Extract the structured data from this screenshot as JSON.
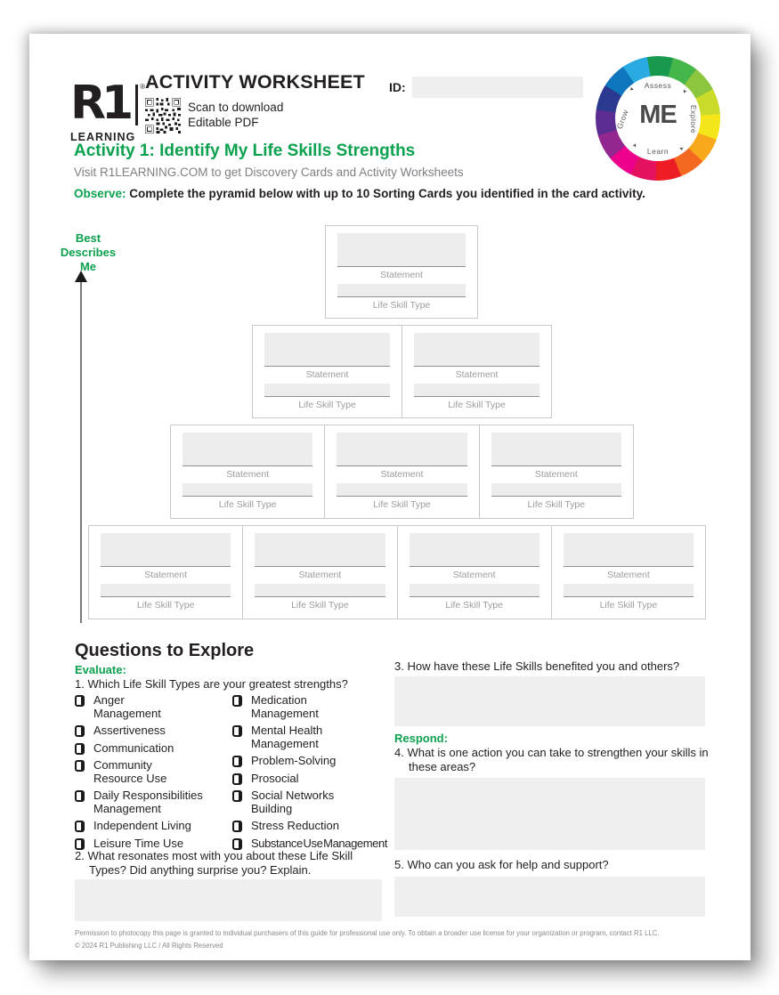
{
  "brand": {
    "logo_text": "R1",
    "logo_sub": "LEARNING",
    "trademark": "®"
  },
  "header": {
    "title": "ACTIVITY WORKSHEET",
    "qr_line1": "Scan to download",
    "qr_line2": "Editable PDF",
    "id_label": "ID:",
    "id_value": ""
  },
  "me_wheel": {
    "center": "ME",
    "labels": [
      "Assess",
      "Explore",
      "Learn",
      "Grow"
    ],
    "arrow_glyph": "➤",
    "colors": [
      "#18994e",
      "#45b649",
      "#8cc63f",
      "#cadb2a",
      "#f5e51b",
      "#f8a81b",
      "#f2691f",
      "#ee1c24",
      "#e3115e",
      "#ec008c",
      "#93278f",
      "#5b2d90",
      "#2b3990",
      "#0e76bc",
      "#29aae1"
    ]
  },
  "activity": {
    "title": "Activity 1: Identify My Life Skills Strengths",
    "subtitle": "Visit R1LEARNING.COM to get Discovery Cards and Activity Worksheets",
    "observe_label": "Observe:",
    "observe_text": " Complete the pyramid below with up to 10 Sorting Cards you identified in the card activity."
  },
  "pyramid": {
    "axis_label": "Best\nDescribes\nMe",
    "statement_label": "Statement",
    "type_label": "Life Skill Type",
    "rows": [
      1,
      2,
      3,
      4
    ]
  },
  "questions": {
    "heading": "Questions to Explore",
    "evaluate_label": "Evaluate:",
    "respond_label": "Respond:",
    "q1": "1. Which Life Skill Types are your greatest strengths?",
    "checkbox_col1": [
      "Anger\nManagement",
      "Assertiveness",
      "Communication",
      "Community\nResource Use",
      "Daily Responsibilities\nManagement",
      "Independent Living",
      "Leisure Time Use"
    ],
    "checkbox_col2": [
      "Medication\nManagement",
      "Mental Health\nManagement",
      "Problem-Solving",
      "Prosocial",
      "Social Networks\nBuilding",
      "Stress Reduction",
      "Substance Use Management"
    ],
    "q2": "2. What resonates most with you about these Life Skill Types? Did anything surprise you? Explain.",
    "q3": "3. How have these Life Skills benefited you and others?",
    "q4": "4. What is one action you can take to strengthen your skills in these areas?",
    "q5": "5. Who can you ask for help and support?"
  },
  "footer": {
    "line1": "Permission to photocopy this page is granted to individual purchasers of this guide for professional use only. To obtain a broader use license for your organization or program, contact R1 LLC.",
    "line2": "© 2024 R1 Publishing LLC / All Rights Reserved"
  },
  "colors": {
    "brand_green": "#0ba14e",
    "text_dark": "#231f20",
    "text_gray": "#7d8084",
    "label_gray": "#9c9c9c",
    "fill_gray": "#efefef",
    "border_gray": "#c9c9c9"
  }
}
